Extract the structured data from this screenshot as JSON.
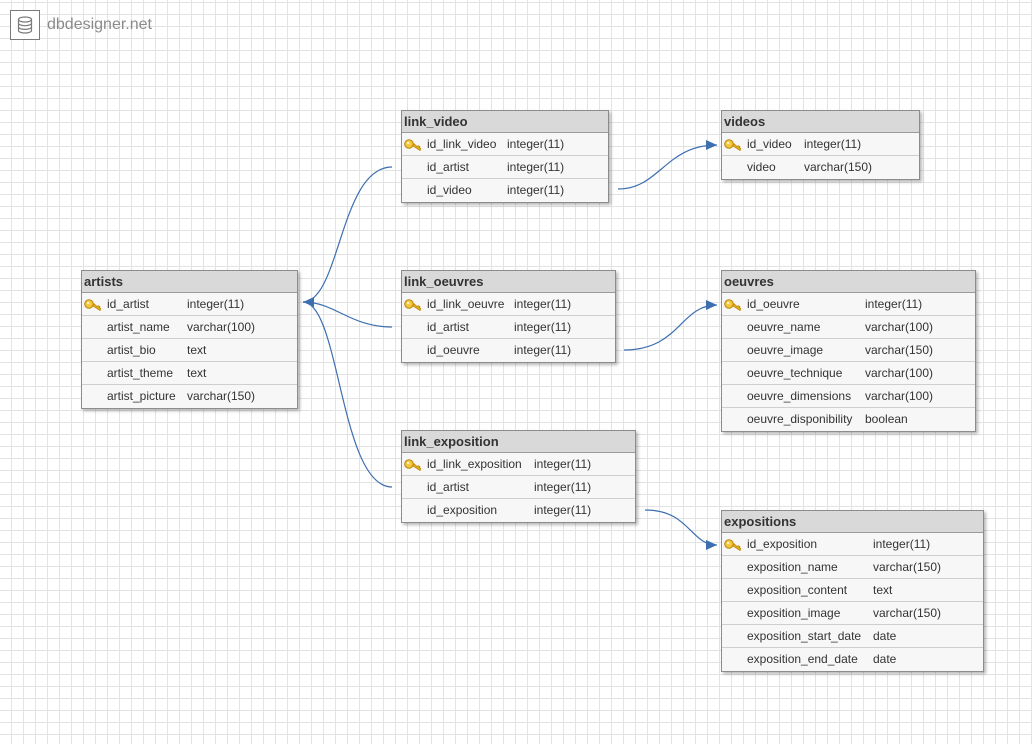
{
  "logo": {
    "text": "dbdesigner.net",
    "icon": "database-icon"
  },
  "colors": {
    "link": "#3d6fb0",
    "header": "#d9d9d9",
    "key": "#e8b321"
  },
  "tables": {
    "link_video": {
      "name": "link_video",
      "columns": [
        {
          "name": "id_link_video",
          "type": "integer(11)",
          "pk": true
        },
        {
          "name": "id_artist",
          "type": "integer(11)",
          "pk": false
        },
        {
          "name": "id_video",
          "type": "integer(11)",
          "pk": false
        }
      ]
    },
    "videos": {
      "name": "videos",
      "columns": [
        {
          "name": "id_video",
          "type": "integer(11)",
          "pk": true
        },
        {
          "name": "video",
          "type": "varchar(150)",
          "pk": false
        }
      ]
    },
    "artists": {
      "name": "artists",
      "columns": [
        {
          "name": "id_artist",
          "type": "integer(11)",
          "pk": true
        },
        {
          "name": "artist_name",
          "type": "varchar(100)",
          "pk": false
        },
        {
          "name": "artist_bio",
          "type": "text",
          "pk": false
        },
        {
          "name": "artist_theme",
          "type": "text",
          "pk": false
        },
        {
          "name": "artist_picture",
          "type": "varchar(150)",
          "pk": false
        }
      ]
    },
    "link_oeuvres": {
      "name": "link_oeuvres",
      "columns": [
        {
          "name": "id_link_oeuvre",
          "type": "integer(11)",
          "pk": true
        },
        {
          "name": "id_artist",
          "type": "integer(11)",
          "pk": false
        },
        {
          "name": "id_oeuvre",
          "type": "integer(11)",
          "pk": false
        }
      ]
    },
    "oeuvres": {
      "name": "oeuvres",
      "columns": [
        {
          "name": "id_oeuvre",
          "type": "integer(11)",
          "pk": true
        },
        {
          "name": "oeuvre_name",
          "type": "varchar(100)",
          "pk": false
        },
        {
          "name": "oeuvre_image",
          "type": "varchar(150)",
          "pk": false
        },
        {
          "name": "oeuvre_technique",
          "type": "varchar(100)",
          "pk": false
        },
        {
          "name": "oeuvre_dimensions",
          "type": "varchar(100)",
          "pk": false
        },
        {
          "name": "oeuvre_disponibility",
          "type": "boolean",
          "pk": false
        }
      ]
    },
    "link_exposition": {
      "name": "link_exposition",
      "columns": [
        {
          "name": "id_link_exposition",
          "type": "integer(11)",
          "pk": true
        },
        {
          "name": "id_artist",
          "type": "integer(11)",
          "pk": false
        },
        {
          "name": "id_exposition",
          "type": "integer(11)",
          "pk": false
        }
      ]
    },
    "expositions": {
      "name": "expositions",
      "columns": [
        {
          "name": "id_exposition",
          "type": "integer(11)",
          "pk": true
        },
        {
          "name": "exposition_name",
          "type": "varchar(150)",
          "pk": false
        },
        {
          "name": "exposition_content",
          "type": "text",
          "pk": false
        },
        {
          "name": "exposition_image",
          "type": "varchar(150)",
          "pk": false
        },
        {
          "name": "exposition_start_date",
          "type": "date",
          "pk": false
        },
        {
          "name": "exposition_end_date",
          "type": "date",
          "pk": false
        }
      ]
    }
  }
}
